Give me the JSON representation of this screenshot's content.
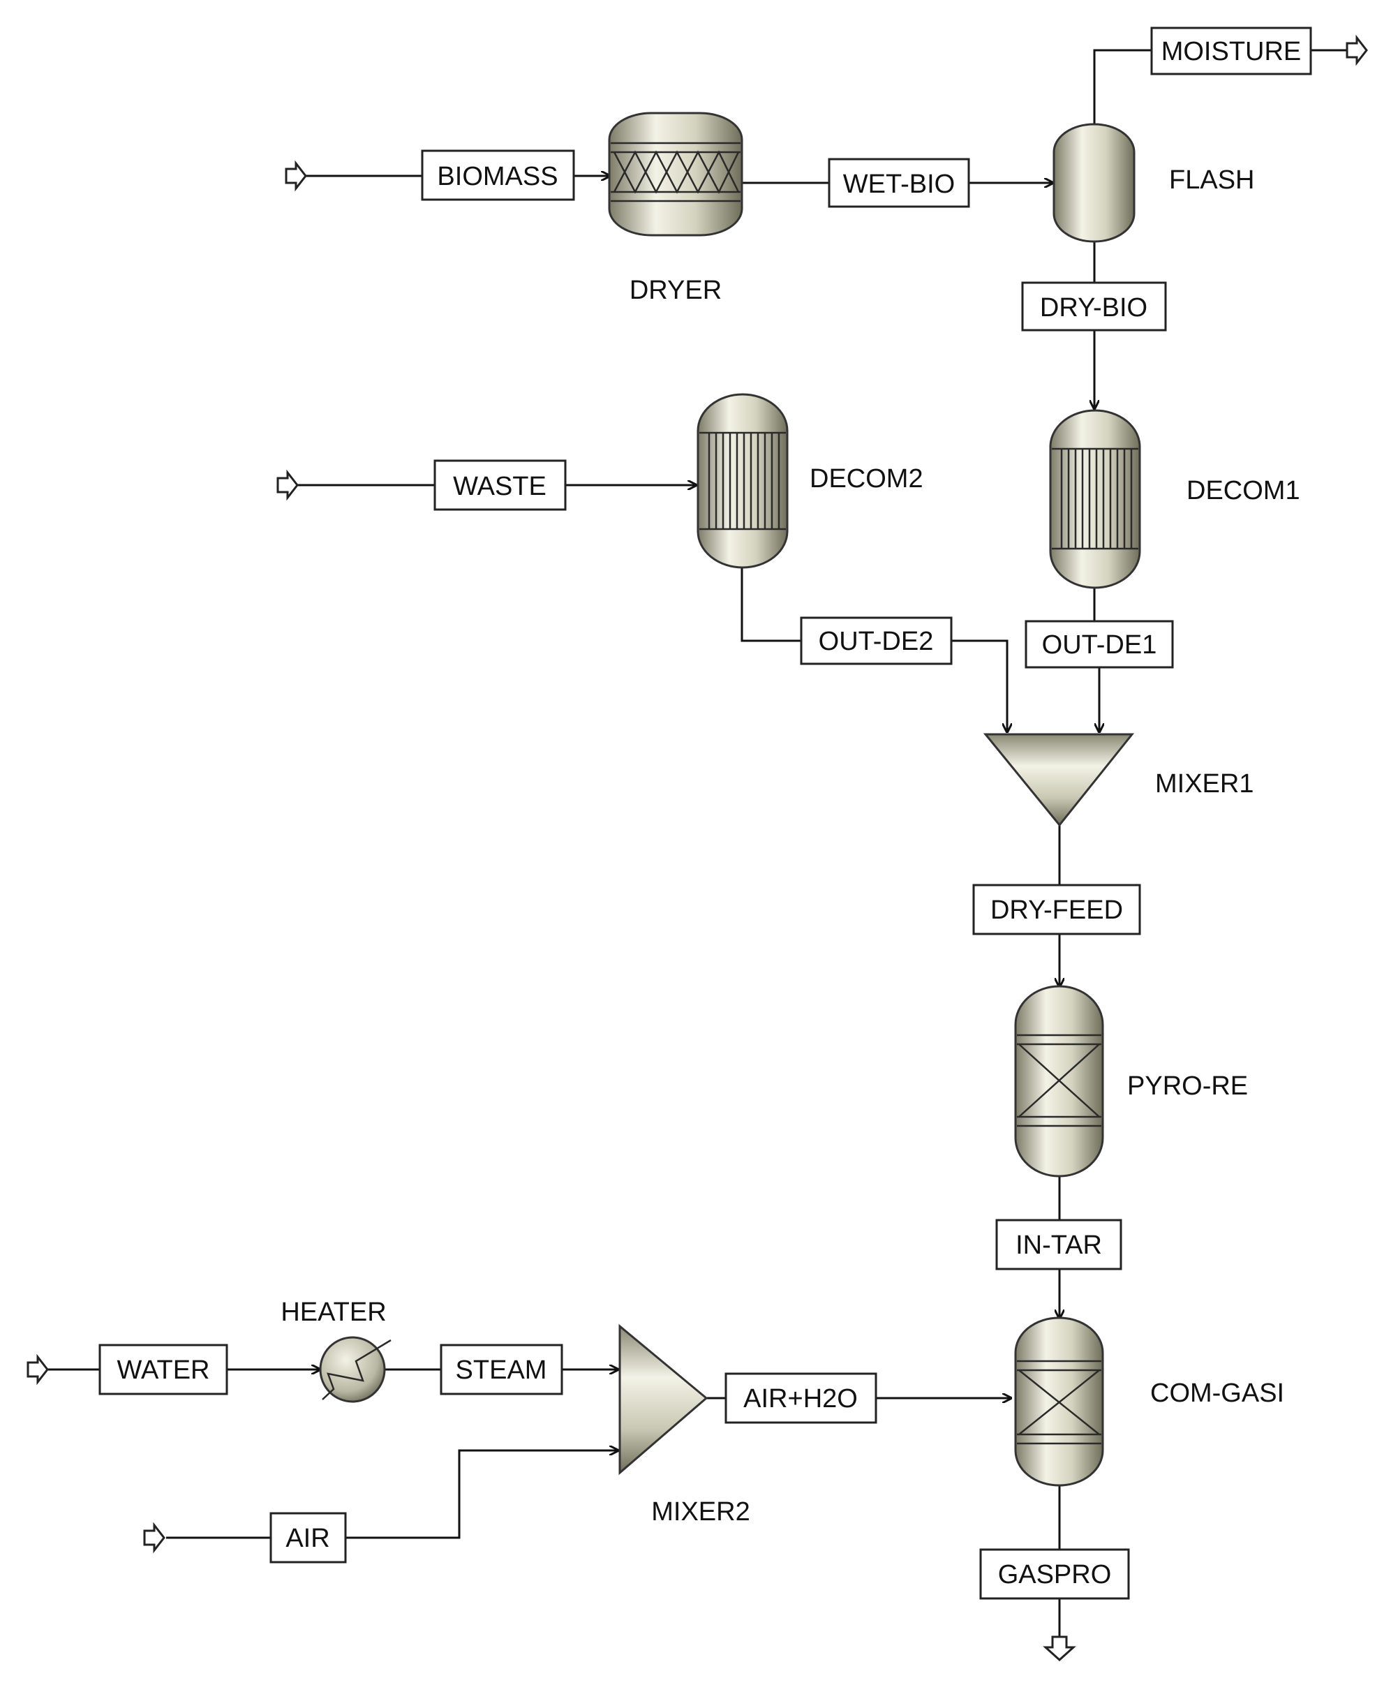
{
  "diagram": {
    "units": {
      "dryer": "DRYER",
      "flash": "FLASH",
      "decom1": "DECOM1",
      "decom2": "DECOM2",
      "mixer1": "MIXER1",
      "pyro": "PYRO-RE",
      "comgasi": "COM-GASI",
      "heater": "HEATER",
      "mixer2": "MIXER2"
    },
    "streams": {
      "biomass": "BIOMASS",
      "wetbio": "WET-BIO",
      "moisture": "MOISTURE",
      "drybio": "DRY-BIO",
      "waste": "WASTE",
      "outde2": "OUT-DE2",
      "outde1": "OUT-DE1",
      "dryfeed": "DRY-FEED",
      "intar": "IN-TAR",
      "water": "WATER",
      "steam": "STEAM",
      "airh2o": "AIR+H2O",
      "air": "AIR",
      "gaspro": "GASPRO"
    },
    "colors": {
      "vessel_light": "#f2f2e6",
      "vessel_mid": "#c9c8b4",
      "vessel_dark": "#7d7c68",
      "line": "#111111"
    }
  }
}
